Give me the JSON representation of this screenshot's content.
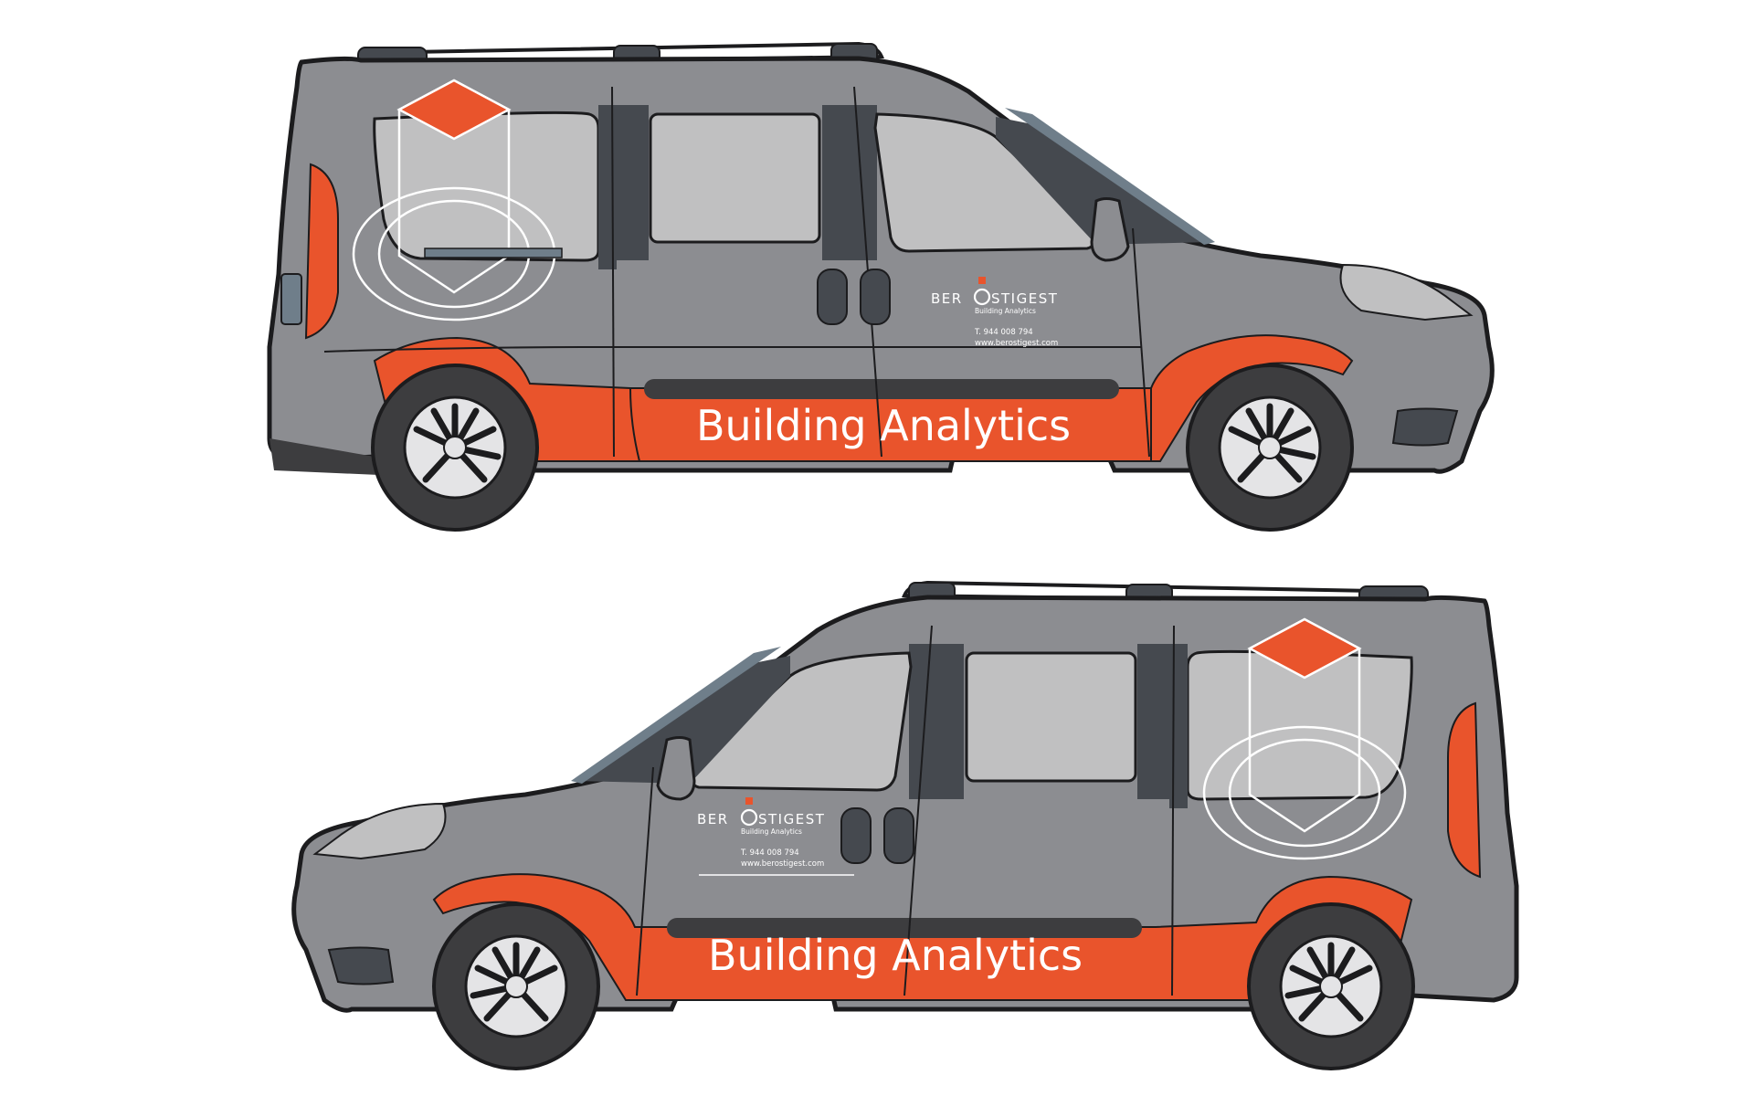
{
  "colors": {
    "body": "#8c8d91",
    "body_dark": "#45494f",
    "glass": "#c0c0c1",
    "accent": "#e9542c",
    "tyre": "#3d3d3f",
    "rim": "#e4e4e6",
    "outline": "#1c1c1e",
    "trim_blue": "#6f7e8a",
    "white": "#ffffff"
  },
  "vans": [
    {
      "id": "van-right-facing",
      "orientation": "faces-right",
      "slogan": "Building Analytics",
      "logo": {
        "brand_prefix": "BER",
        "brand_suffix": "STIGEST",
        "tagline": "Building Analytics",
        "phone": "T. 944 008 794",
        "website": "www.berostigest.com"
      },
      "graphic": "hexagon-with-orange-diamond-and-rings"
    },
    {
      "id": "van-left-facing",
      "orientation": "faces-left",
      "slogan": "Building Analytics",
      "logo": {
        "brand_prefix": "BER",
        "brand_suffix": "STIGEST",
        "tagline": "Building Analytics",
        "phone": "T. 944 008 794",
        "website": "www.berostigest.com"
      },
      "graphic": "hexagon-with-orange-diamond-and-rings"
    }
  ]
}
